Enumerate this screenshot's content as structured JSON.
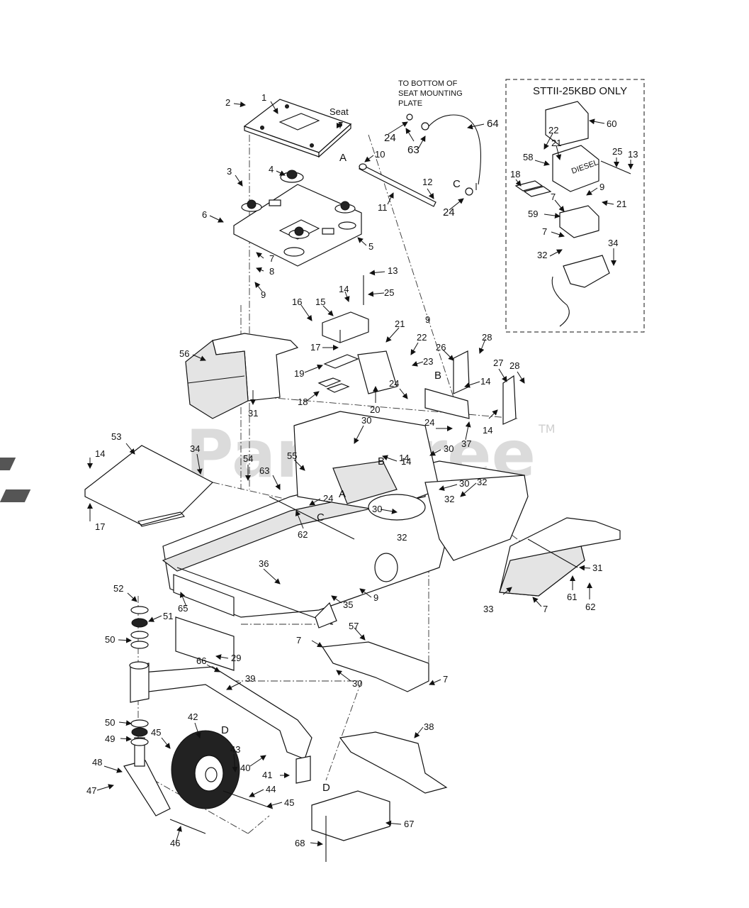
{
  "diagram": {
    "watermark": "PartsTree",
    "watermark_tm": "TM",
    "inset_title": "STTII-25KBD ONLY",
    "note_lines": [
      "TO BOTTOM OF",
      "SEAT MOUNTING",
      "PLATE"
    ],
    "seat_label": "Seat",
    "diesel_label": "DIESEL",
    "ref_letters": {
      "A": "A",
      "B": "B",
      "C": "C",
      "D": "D"
    },
    "callouts": {
      "c1": "1",
      "c2": "2",
      "c3": "3",
      "c4": "4",
      "c5": "5",
      "c6": "6",
      "c7a": "7",
      "c7b": "7",
      "c8": "8",
      "c9a": "9",
      "c10": "10",
      "c11": "11",
      "c12": "12",
      "c13a": "13",
      "c14a": "14",
      "c15": "15",
      "c16": "16",
      "c17a": "17",
      "c18a": "18",
      "c19": "19",
      "c20": "20",
      "c21a": "21",
      "c22a": "22",
      "c23": "23",
      "c24a": "24",
      "c24b": "24",
      "c24c": "24",
      "c24d": "24",
      "c24e": "24",
      "c25a": "25",
      "c26": "26",
      "c27": "27",
      "c28a": "28",
      "c28b": "28",
      "c29": "29",
      "c30a": "30",
      "c30b": "30",
      "c30c": "30",
      "c30d": "30",
      "c30e": "30",
      "c31a": "31",
      "c31b": "31",
      "c32a": "32",
      "c32b": "32",
      "c33": "33",
      "c34a": "34",
      "c35": "35",
      "c36": "36",
      "c37": "37",
      "c38": "38",
      "c39": "39",
      "c40": "40",
      "c41": "41",
      "c42": "42",
      "c43": "43",
      "c44": "44",
      "c45a": "45",
      "c45b": "45",
      "c46": "46",
      "c47": "47",
      "c48": "48",
      "c49": "49",
      "c50a": "50",
      "c50b": "50",
      "c51": "51",
      "c52": "52",
      "c53": "53",
      "c54": "54",
      "c55": "55",
      "c56": "56",
      "c57": "57",
      "c61": "61",
      "c62a": "62",
      "c62b": "62",
      "c63a": "63",
      "c63b": "63",
      "c64": "64",
      "c65": "65",
      "c66": "66",
      "c67": "67",
      "c68": "68",
      "c7c": "7",
      "c7d": "7",
      "c7e": "7",
      "c9b": "9",
      "c14b": "14",
      "c14c": "14",
      "c14d": "14",
      "c14e": "14",
      "c14f": "14",
      "c17b": "17",
      "c32c": "32",
      "c9c": "9"
    },
    "inset_callouts": {
      "i60": "60",
      "i22": "22",
      "i21a": "21",
      "i25": "25",
      "i13": "13",
      "i58": "58",
      "i18": "18",
      "i9": "9",
      "i7a": "7",
      "i21b": "21",
      "i59": "59",
      "i7b": "7",
      "i34": "34",
      "i32": "32"
    }
  }
}
